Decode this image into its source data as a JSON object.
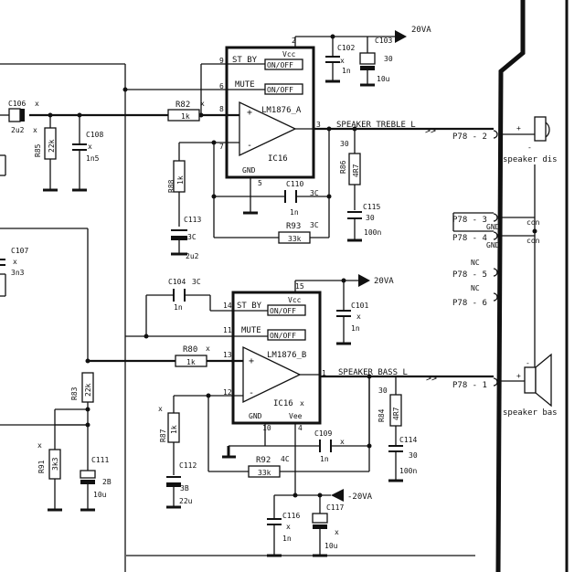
{
  "ic_top": {
    "name": "LM1876_A",
    "ref": "IC16",
    "vcc": "Vcc",
    "gnd_label": "GND",
    "standby": "ST BY",
    "mute": "MUTE",
    "onoff": "ON/OFF",
    "pins": {
      "vcc": "2",
      "standby": "9",
      "mute": "6",
      "in_plus": "8",
      "in_minus": "7",
      "out": "3",
      "gnd": "5"
    }
  },
  "ic_bottom": {
    "name": "LM1876_B",
    "ref": "IC16",
    "vcc": "Vcc",
    "vee": "Vee",
    "gnd_label": "GND",
    "standby": "ST BY",
    "mute": "MUTE",
    "onoff": "ON/OFF",
    "pins": {
      "vcc": "15",
      "standby": "14",
      "mute": "11",
      "in_plus": "13",
      "in_minus": "12",
      "out": "1",
      "gnd": "10",
      "vee": "4"
    }
  },
  "power": {
    "top": "20VA",
    "mid": "20VA",
    "neg": "-20VA"
  },
  "components": {
    "c106": {
      "ref": "C106",
      "value": "2u2"
    },
    "r85": {
      "ref": "R85",
      "value": "22k"
    },
    "c108": {
      "ref": "C108",
      "value": "1n5"
    },
    "r82": {
      "ref": "R82",
      "value": "1k"
    },
    "r88": {
      "ref": "R88",
      "value": "1k"
    },
    "c113": {
      "ref": "C113",
      "value": "2u2"
    },
    "c110": {
      "ref": "C110",
      "value": "1n"
    },
    "r93": {
      "ref": "R93",
      "value": "33k"
    },
    "r86": {
      "ref": "R86",
      "value": "4R7"
    },
    "c115": {
      "ref": "C115",
      "value": "100n"
    },
    "c102": {
      "ref": "C102",
      "value": "1n"
    },
    "c103": {
      "ref": "C103",
      "value": "10u"
    },
    "c107": {
      "ref": "C107",
      "value": "3n3"
    },
    "c104": {
      "ref": "C104",
      "value": "1n"
    },
    "c101": {
      "ref": "C101",
      "value": "1n"
    },
    "r80": {
      "ref": "R80",
      "value": "1k"
    },
    "r83": {
      "ref": "R83",
      "value": "22k"
    },
    "r87": {
      "ref": "R87",
      "value": "1k"
    },
    "c112": {
      "ref": "C112",
      "value": "22u"
    },
    "r92": {
      "ref": "R92",
      "value": "33k"
    },
    "c109": {
      "ref": "C109",
      "value": "1n"
    },
    "r84": {
      "ref": "R84",
      "value": "4R7"
    },
    "c114": {
      "ref": "C114",
      "value": "100n"
    },
    "r91": {
      "ref": "R91",
      "value": "3k3"
    },
    "c111": {
      "ref": "C111",
      "value": "10u"
    },
    "c116": {
      "ref": "C116",
      "value": "1n"
    },
    "c117": {
      "ref": "C117",
      "value": "10u"
    }
  },
  "nets": {
    "treble": "SPEAKER TREBLE L",
    "bass": "SPEAKER BASS L"
  },
  "connector": {
    "p2": "P78 - 2",
    "p3": "P78 - 3",
    "p4": "P78 - 4",
    "p5": "P78 - 5",
    "p6": "P78 - 6",
    "p1": "P78 - 1",
    "nc": "NC",
    "gnd": "GND",
    "con": "con"
  },
  "speakers": {
    "treble": "speaker dis",
    "bass": "speaker bas"
  },
  "marks": {
    "x": "x",
    "x3": "3C",
    "x4": "4C",
    "x30": "30",
    "x3b": "3B",
    "x2b": "2B",
    "plus": "+",
    "minus": "-"
  }
}
